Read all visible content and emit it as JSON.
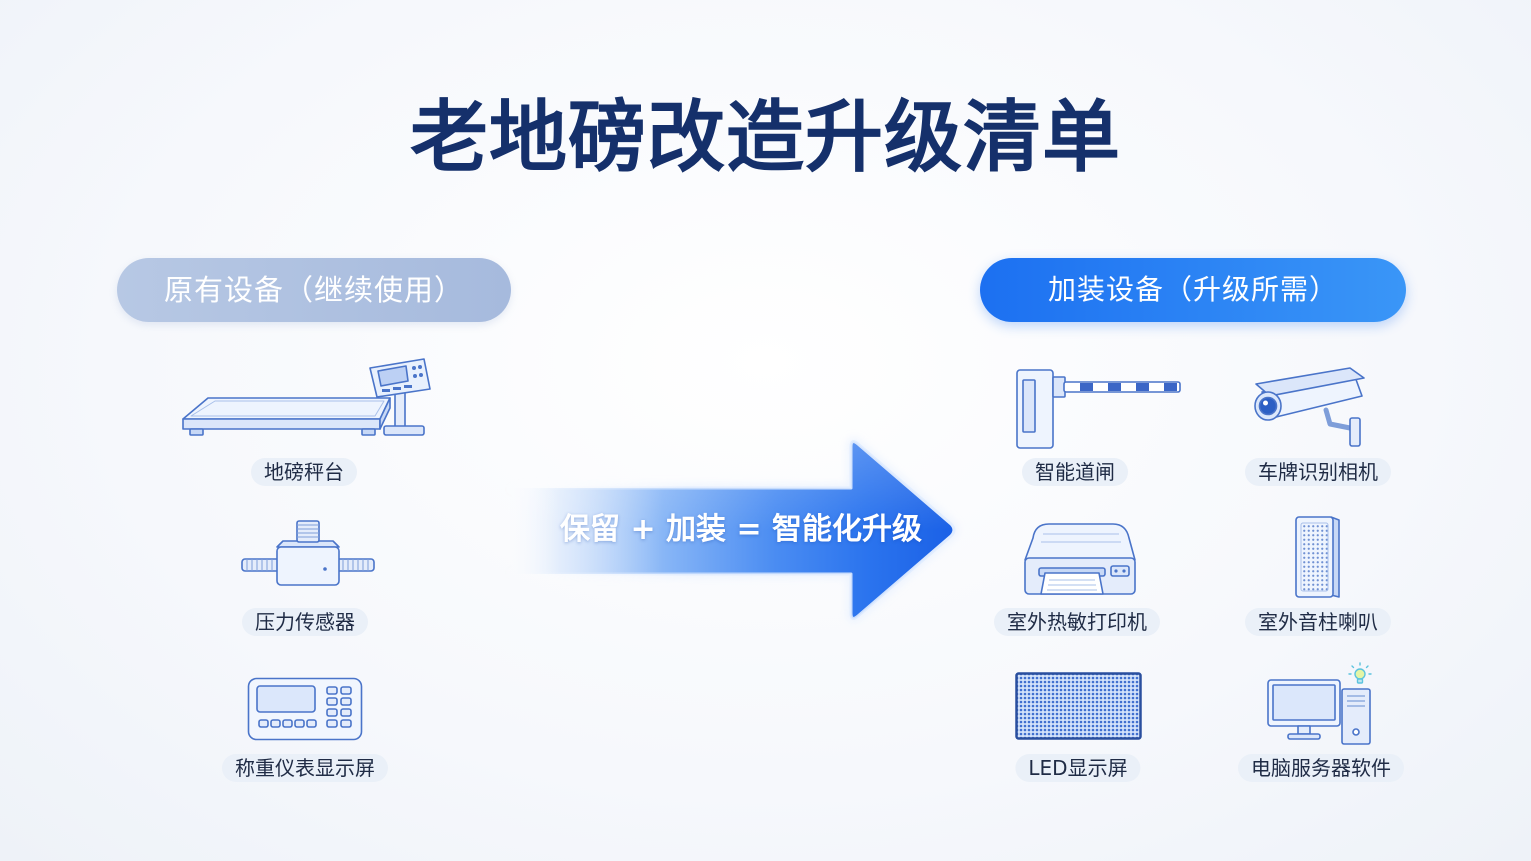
{
  "title": "老地磅改造升级清单",
  "existing": {
    "label": "原有设备（继续使用）",
    "items": [
      {
        "label": "地磅秤台",
        "icon": "truck-scale-platform-icon"
      },
      {
        "label": "压力传感器",
        "icon": "load-cell-sensor-icon"
      },
      {
        "label": "称重仪表显示屏",
        "icon": "weighing-indicator-display-icon"
      }
    ]
  },
  "add_on": {
    "label": "加装设备（升级所需）",
    "items": [
      {
        "label": "智能道闸",
        "icon": "barrier-gate-icon"
      },
      {
        "label": "车牌识别相机",
        "icon": "license-plate-camera-icon"
      },
      {
        "label": "室外热敏打印机",
        "icon": "thermal-printer-icon"
      },
      {
        "label": "室外音柱喇叭",
        "icon": "column-speaker-icon"
      },
      {
        "label": "LED显示屏",
        "icon": "led-display-icon"
      },
      {
        "label": "电脑服务器软件",
        "icon": "computer-server-icon"
      }
    ]
  },
  "arrow": {
    "text": "保留 + 加装 = 智能化升级",
    "icon": "right-arrow-icon"
  },
  "colors": {
    "title": "#15306b",
    "existing_pill": "#a9bcdd",
    "add_on_pill": "#2a84f4",
    "arrow": "#1f6bec",
    "icon_stroke": "#4a74c9",
    "label_bg": "#eaf0f8"
  }
}
